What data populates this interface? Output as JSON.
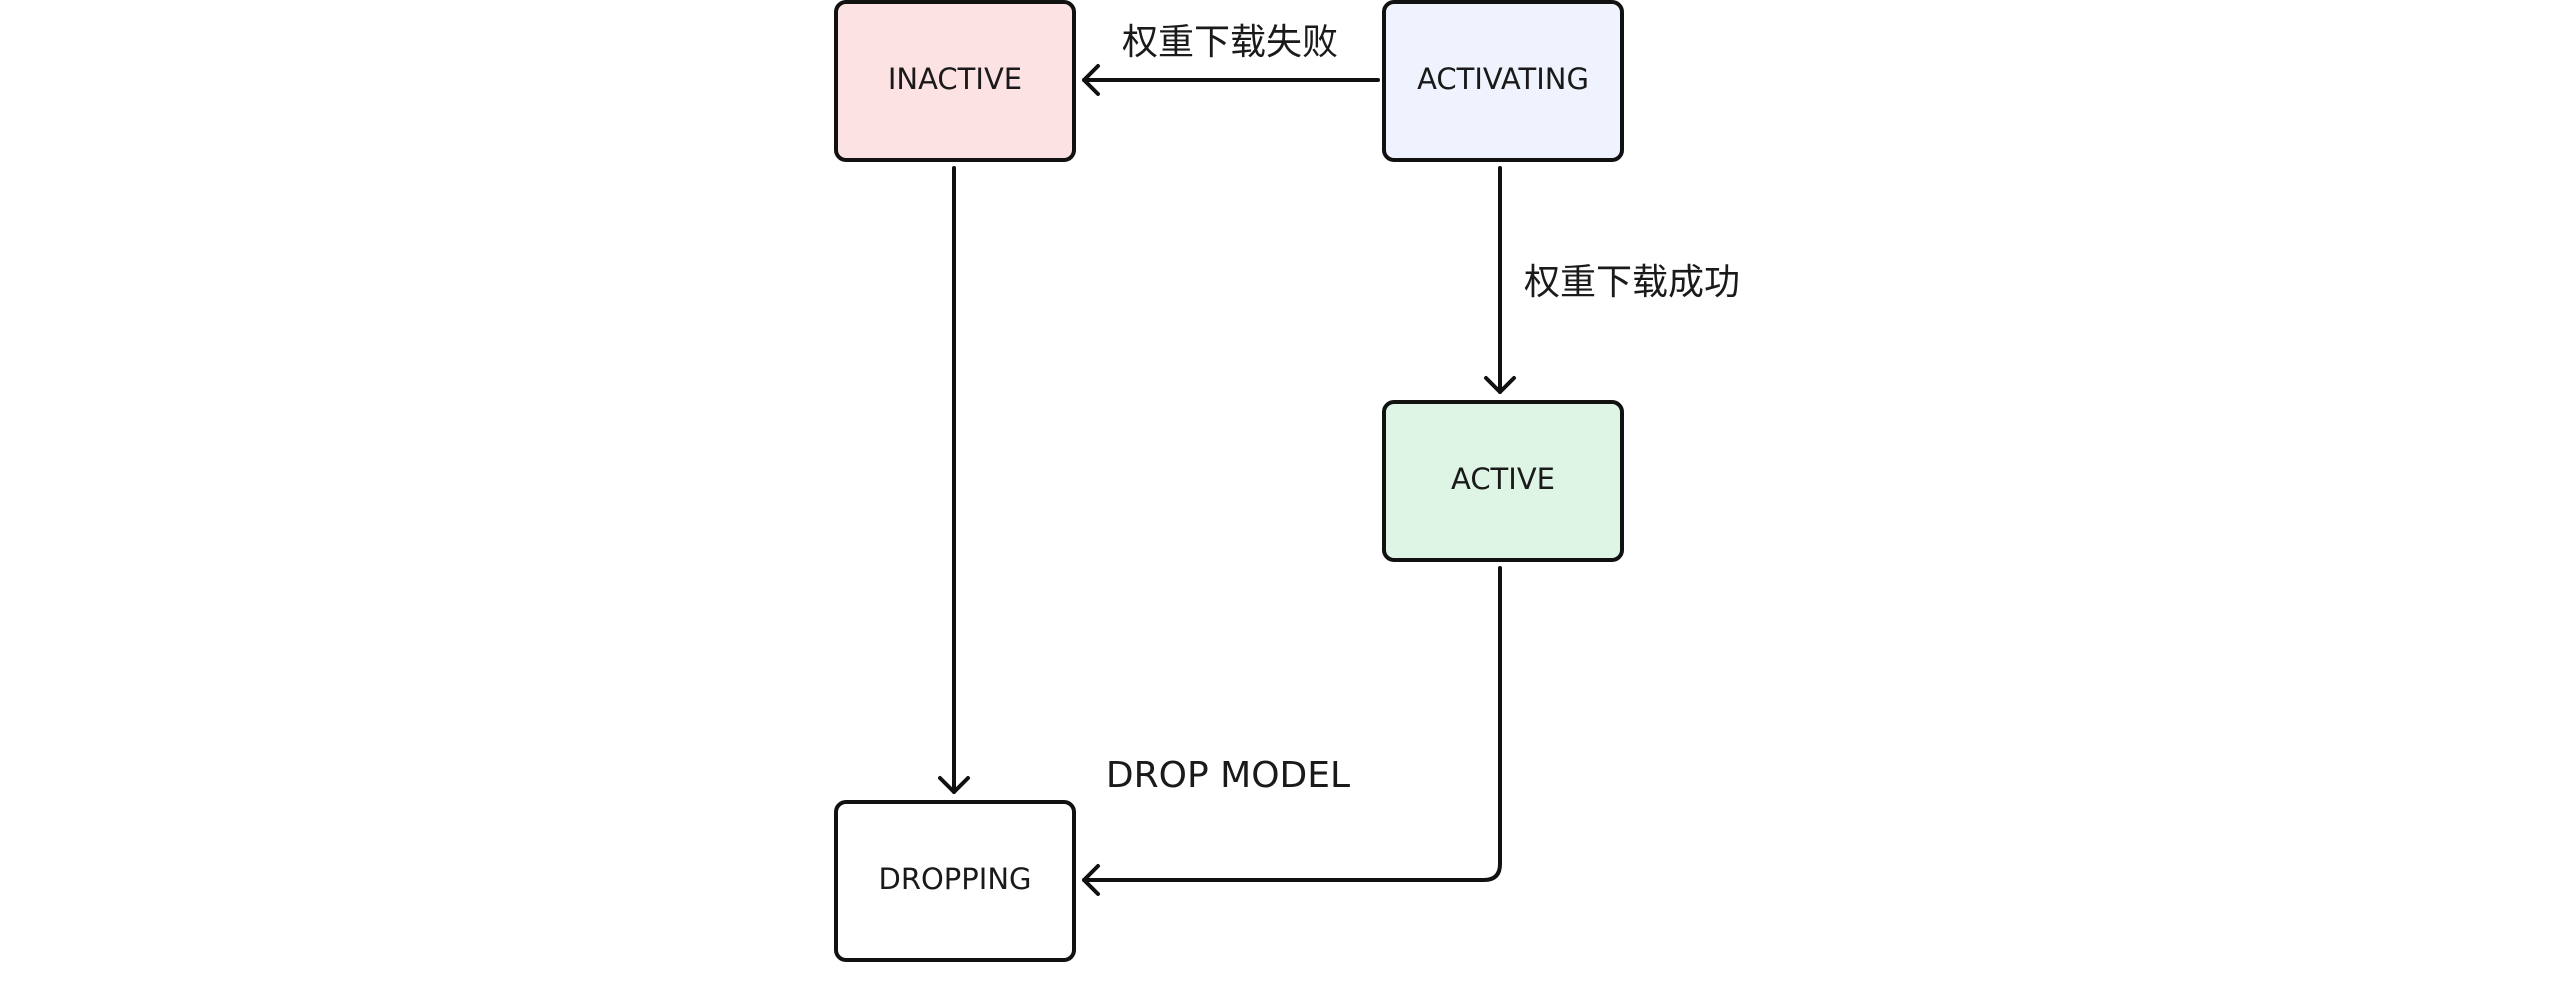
{
  "states": {
    "inactive": {
      "label": "INACTIVE",
      "fill": "#fde2e4"
    },
    "activating": {
      "label": "ACTIVATING",
      "fill": "#eef3fd"
    },
    "active": {
      "label": "ACTIVE",
      "fill": "#def5e6"
    },
    "dropping": {
      "label": "DROPPING",
      "fill": "#ffffff"
    }
  },
  "transitions": {
    "download_failed": {
      "label": "权重下载失败",
      "from": "ACTIVATING",
      "to": "INACTIVE"
    },
    "download_success": {
      "label": "权重下载成功",
      "from": "ACTIVATING",
      "to": "ACTIVE"
    },
    "drop_model": {
      "label": "DROP MODEL",
      "from": "ACTIVE",
      "to": "DROPPING"
    },
    "inactive_drop": {
      "label": "",
      "from": "INACTIVE",
      "to": "DROPPING"
    }
  },
  "colors": {
    "stroke": "#111111",
    "text": "#1a1a1a",
    "background": "#ffffff"
  }
}
